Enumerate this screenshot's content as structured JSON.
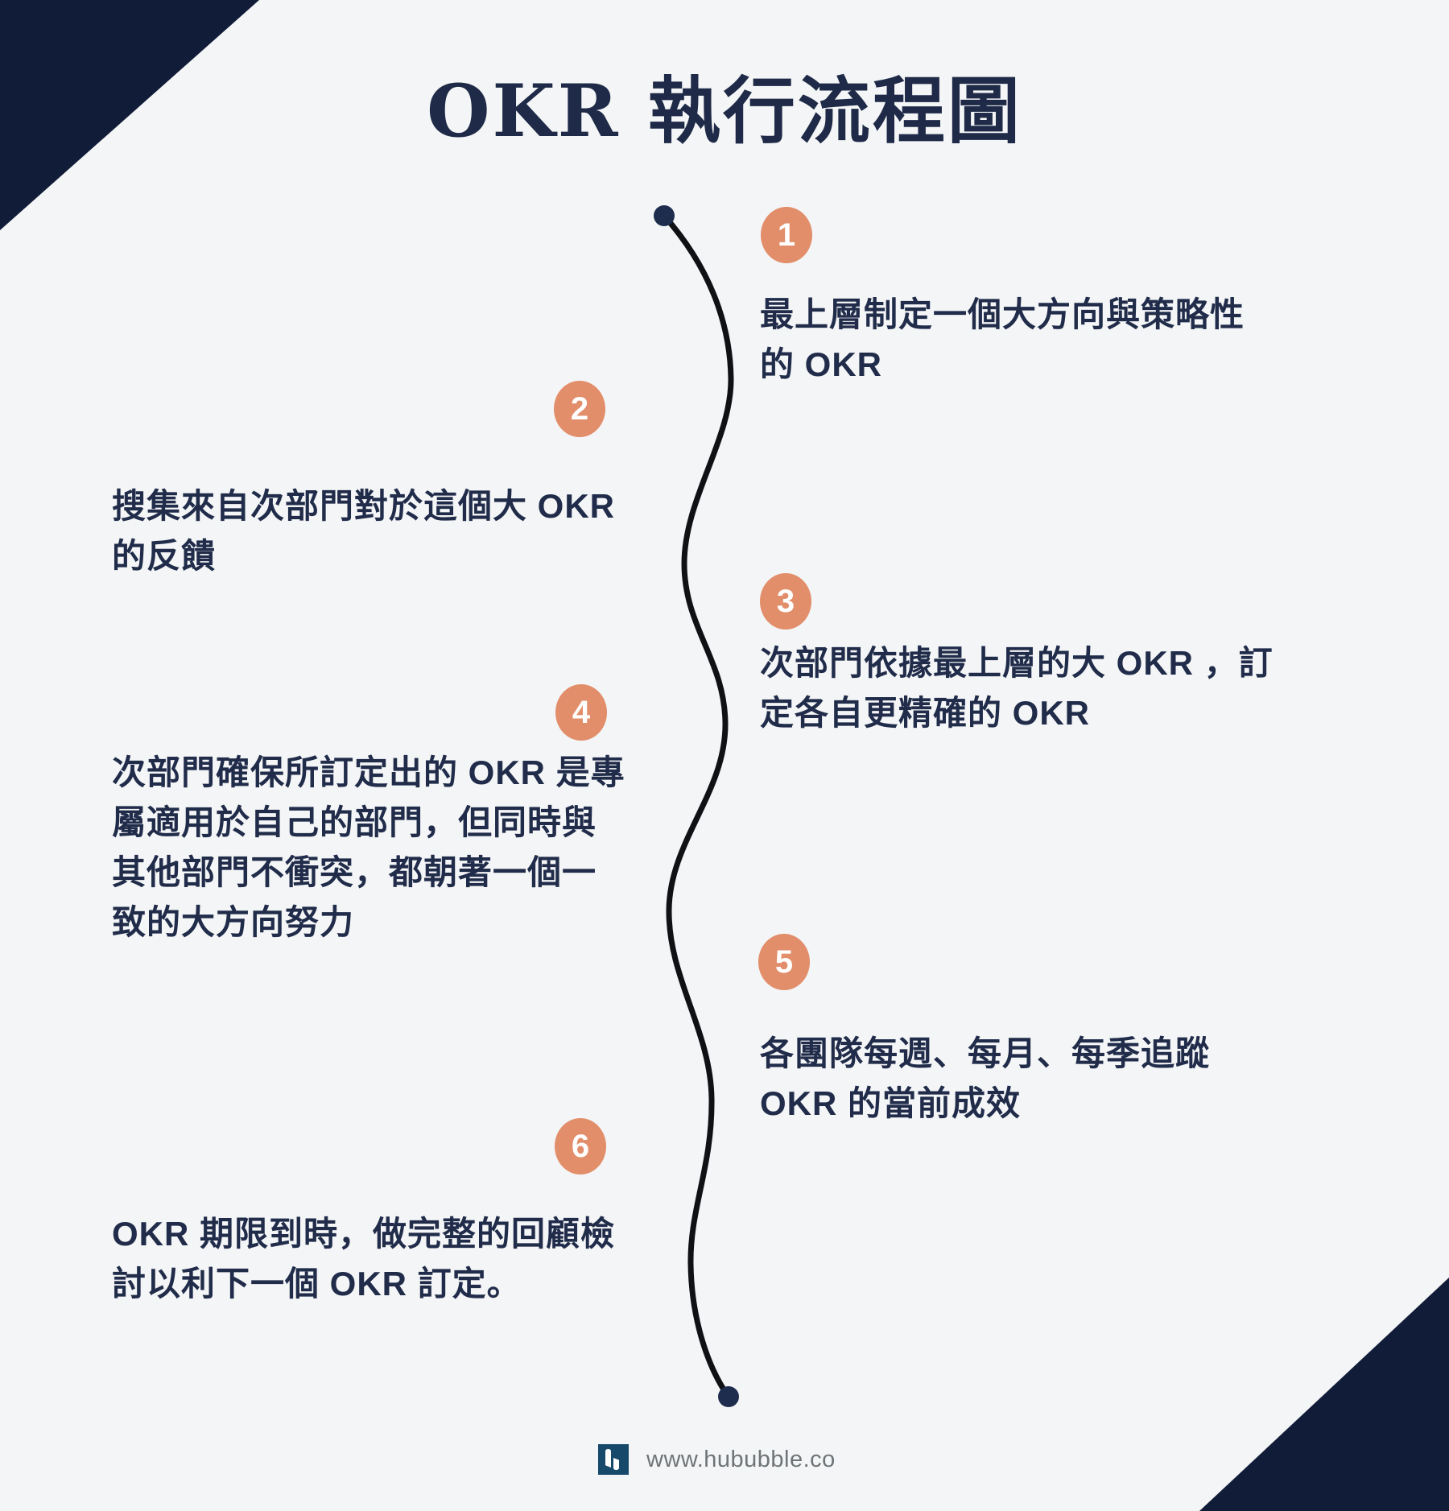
{
  "title": "OKR 執行流程圖",
  "steps": [
    {
      "number": "1",
      "side": "right",
      "lines": [
        "最上層制定一個大方向與策略性",
        "的 OKR"
      ]
    },
    {
      "number": "2",
      "side": "left",
      "lines": [
        "搜集來自次部門對於這個大 OKR",
        "的反饋"
      ]
    },
    {
      "number": "3",
      "side": "right",
      "lines": [
        "次部門依據最上層的大 OKR ，訂",
        "定各自更精確的 OKR"
      ]
    },
    {
      "number": "4",
      "side": "left",
      "lines": [
        "次部門確保所訂定出的 OKR 是專",
        "屬適用於自己的部門，但同時與",
        "其他部門不衝突，都朝著一個一",
        "致的大方向努力"
      ]
    },
    {
      "number": "5",
      "side": "right",
      "lines": [
        "各團隊每週、每月、每季追蹤",
        "OKR 的當前成效"
      ]
    },
    {
      "number": "6",
      "side": "left",
      "lines": [
        "OKR 期限到時，做完整的回顧檢",
        "討以利下一個 OKR 訂定。"
      ]
    }
  ],
  "footer": {
    "url": "www.hububble.co",
    "logo": "hububble-logo"
  },
  "colors": {
    "background": "#F4F5F6",
    "corner_navy": "#111C38",
    "text_navy": "#202C4A",
    "title_navy": "#1E2A47",
    "badge_salmon": "#E28E6B",
    "badge_number_white": "#FFFFFF",
    "flow_line_black": "#101114",
    "flow_dot_navy": "#1E2C4E",
    "logo_blue": "#17496B",
    "url_gray": "#6E7477"
  }
}
